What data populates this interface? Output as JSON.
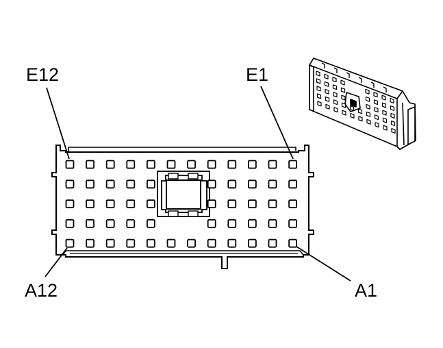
{
  "labels": {
    "top_left": "E12",
    "top_right": "E1",
    "bottom_left": "A12",
    "bottom_right": "A1"
  },
  "connector": {
    "rows": 5,
    "columns": 12,
    "center_lock_columns": [
      5,
      6
    ],
    "center_lock_rows": [
      1,
      2,
      3
    ]
  },
  "colors": {
    "line": "#000000",
    "background": "#ffffff"
  }
}
